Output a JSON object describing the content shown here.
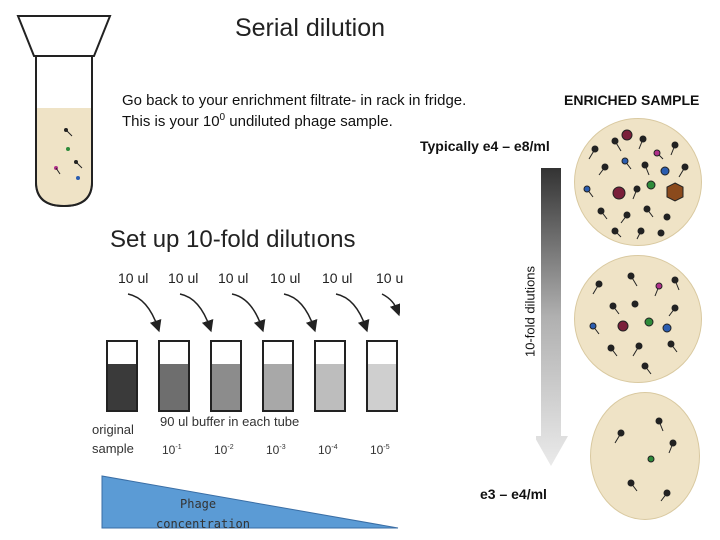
{
  "title": "Serial dilution",
  "instructions": {
    "line1": "Go back to your enrichment filtrate- in rack in fridge.",
    "line2_pre": "This is your 10",
    "line2_sup": "0",
    "line2_post": " undiluted phage sample."
  },
  "enriched_label": "ENRICHED SAMPLE",
  "typical_label": "Typically e4 – e8/ml",
  "setup_label": "Set up 10-fold dilutıons",
  "gradient_label": "10-fold dilutions",
  "bottom_label": "e3 – e4/ml",
  "transfer_labels": [
    "10 ul",
    "10 ul",
    "10 ul",
    "10 ul",
    "10 ul",
    "10 u"
  ],
  "buffer_label": "90 ul buffer in each tube",
  "original_sample": {
    "line1": "original",
    "line2": "sample"
  },
  "dilution_labels": [
    {
      "base": "10",
      "exp": "-1"
    },
    {
      "base": "10",
      "exp": "-2"
    },
    {
      "base": "10",
      "exp": "-3"
    },
    {
      "base": "10",
      "exp": "-4"
    },
    {
      "base": "10",
      "exp": "-5"
    }
  ],
  "phage_concentration": {
    "line1": "Phage",
    "line2": "concentration"
  },
  "colors": {
    "plate": "#efe3c6",
    "triangle": "#5b9bd5",
    "tube_shades": [
      "#3a3a3a",
      "#6e6e6e",
      "#8c8c8c",
      "#a8a8a8",
      "#bdbdbd"
    ]
  }
}
